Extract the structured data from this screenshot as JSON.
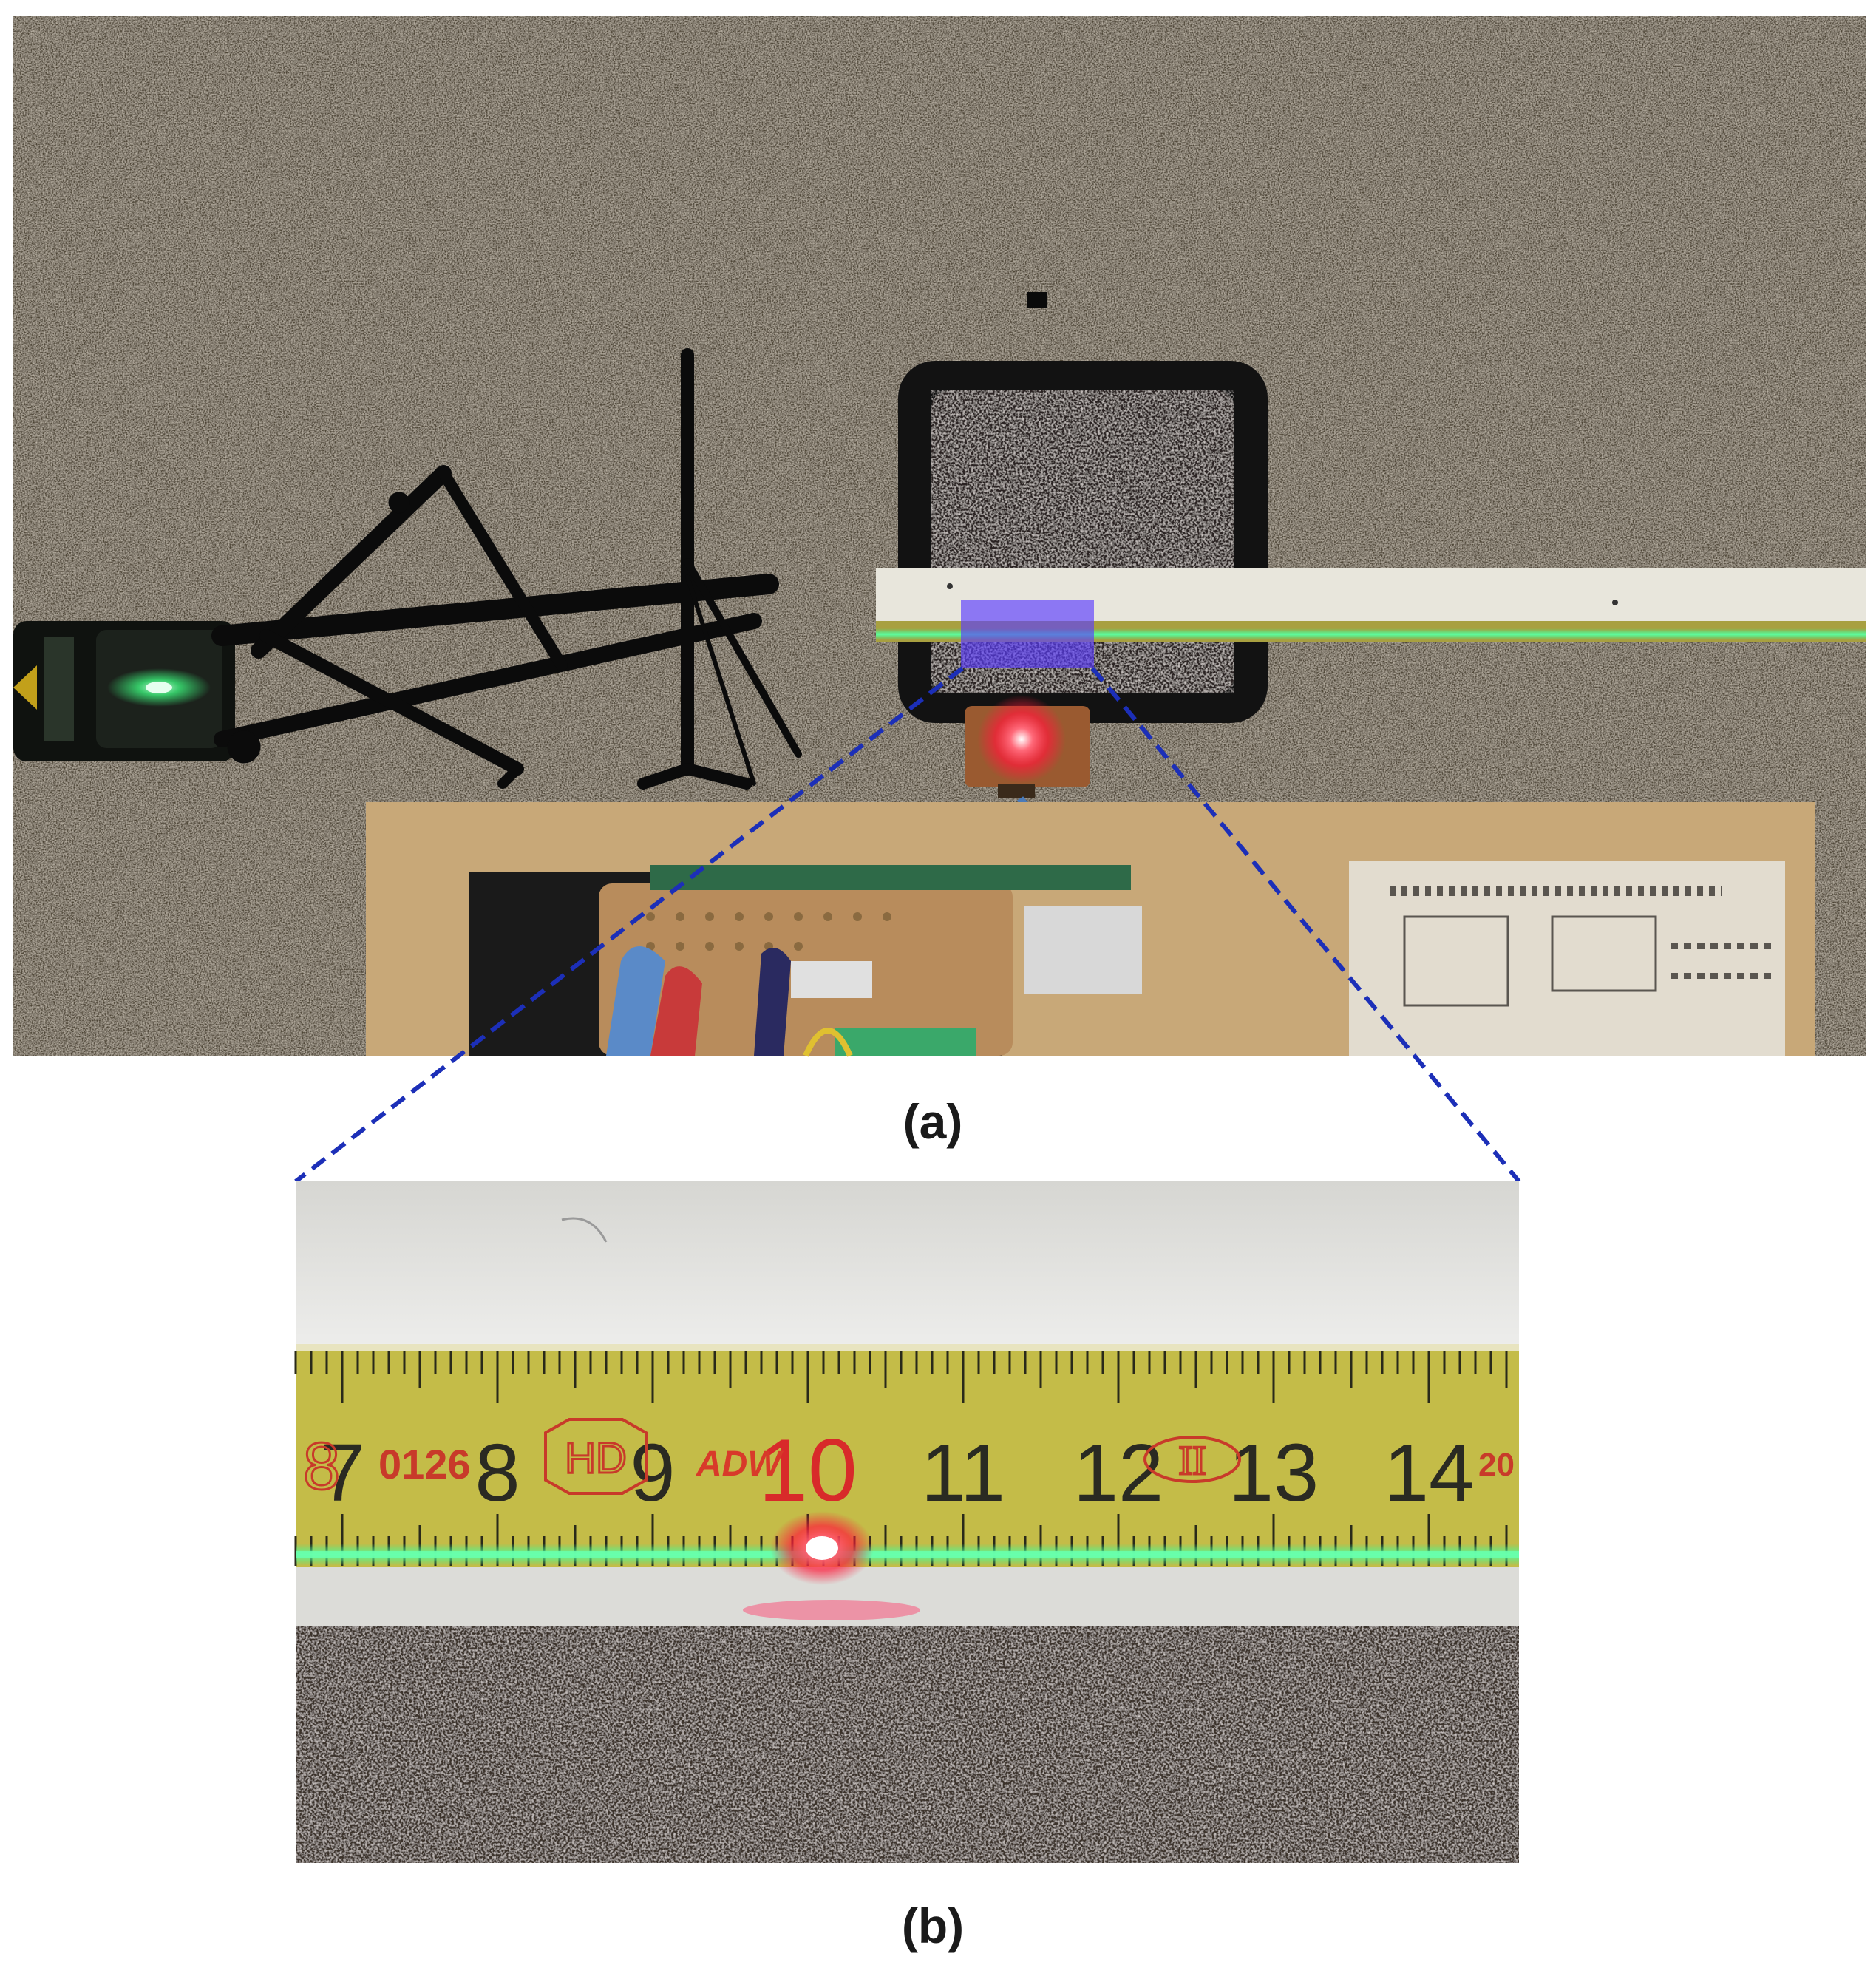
{
  "panel_a": {
    "caption": "(a)"
  },
  "panel_b": {
    "caption": "(b)",
    "tape": {
      "numbers": [
        "7",
        "8",
        "9",
        "10",
        "11",
        "12",
        "13",
        "14"
      ],
      "partial_left": "8",
      "partial_right": "20",
      "code": "0126",
      "hd_mark": "HD",
      "brand": "ADW",
      "class_mark": "II"
    }
  },
  "colors": {
    "laser_red": "#ff2040",
    "laser_green": "#38f08a",
    "tape_yellow": "#c8c04a",
    "highlight": "#5a3cff",
    "connector": "#1c2fb8"
  }
}
